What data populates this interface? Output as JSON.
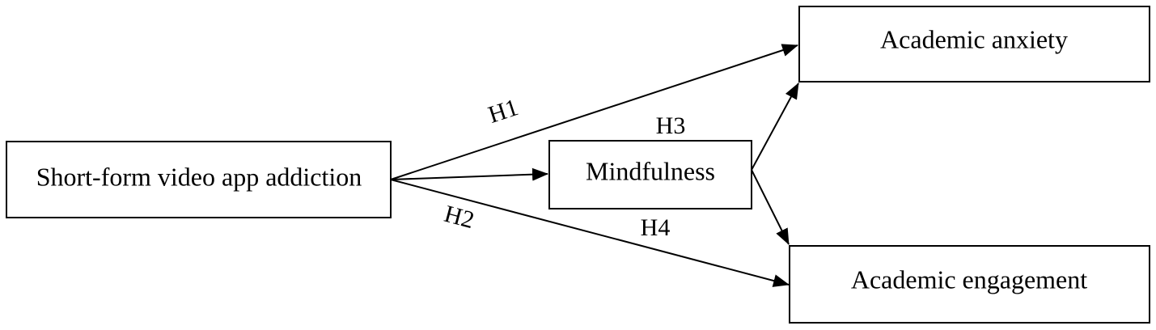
{
  "nodes": {
    "addiction": "Short-form video app addiction",
    "mindfulness": "Mindfulness",
    "anxiety": "Academic anxiety",
    "engagement": "Academic engagement"
  },
  "hypotheses": {
    "h1": "H1",
    "h2": "H2",
    "h3": "H3",
    "h4": "H4"
  },
  "colors": {
    "stroke": "#000000",
    "background": "#ffffff",
    "text": "#000000"
  }
}
